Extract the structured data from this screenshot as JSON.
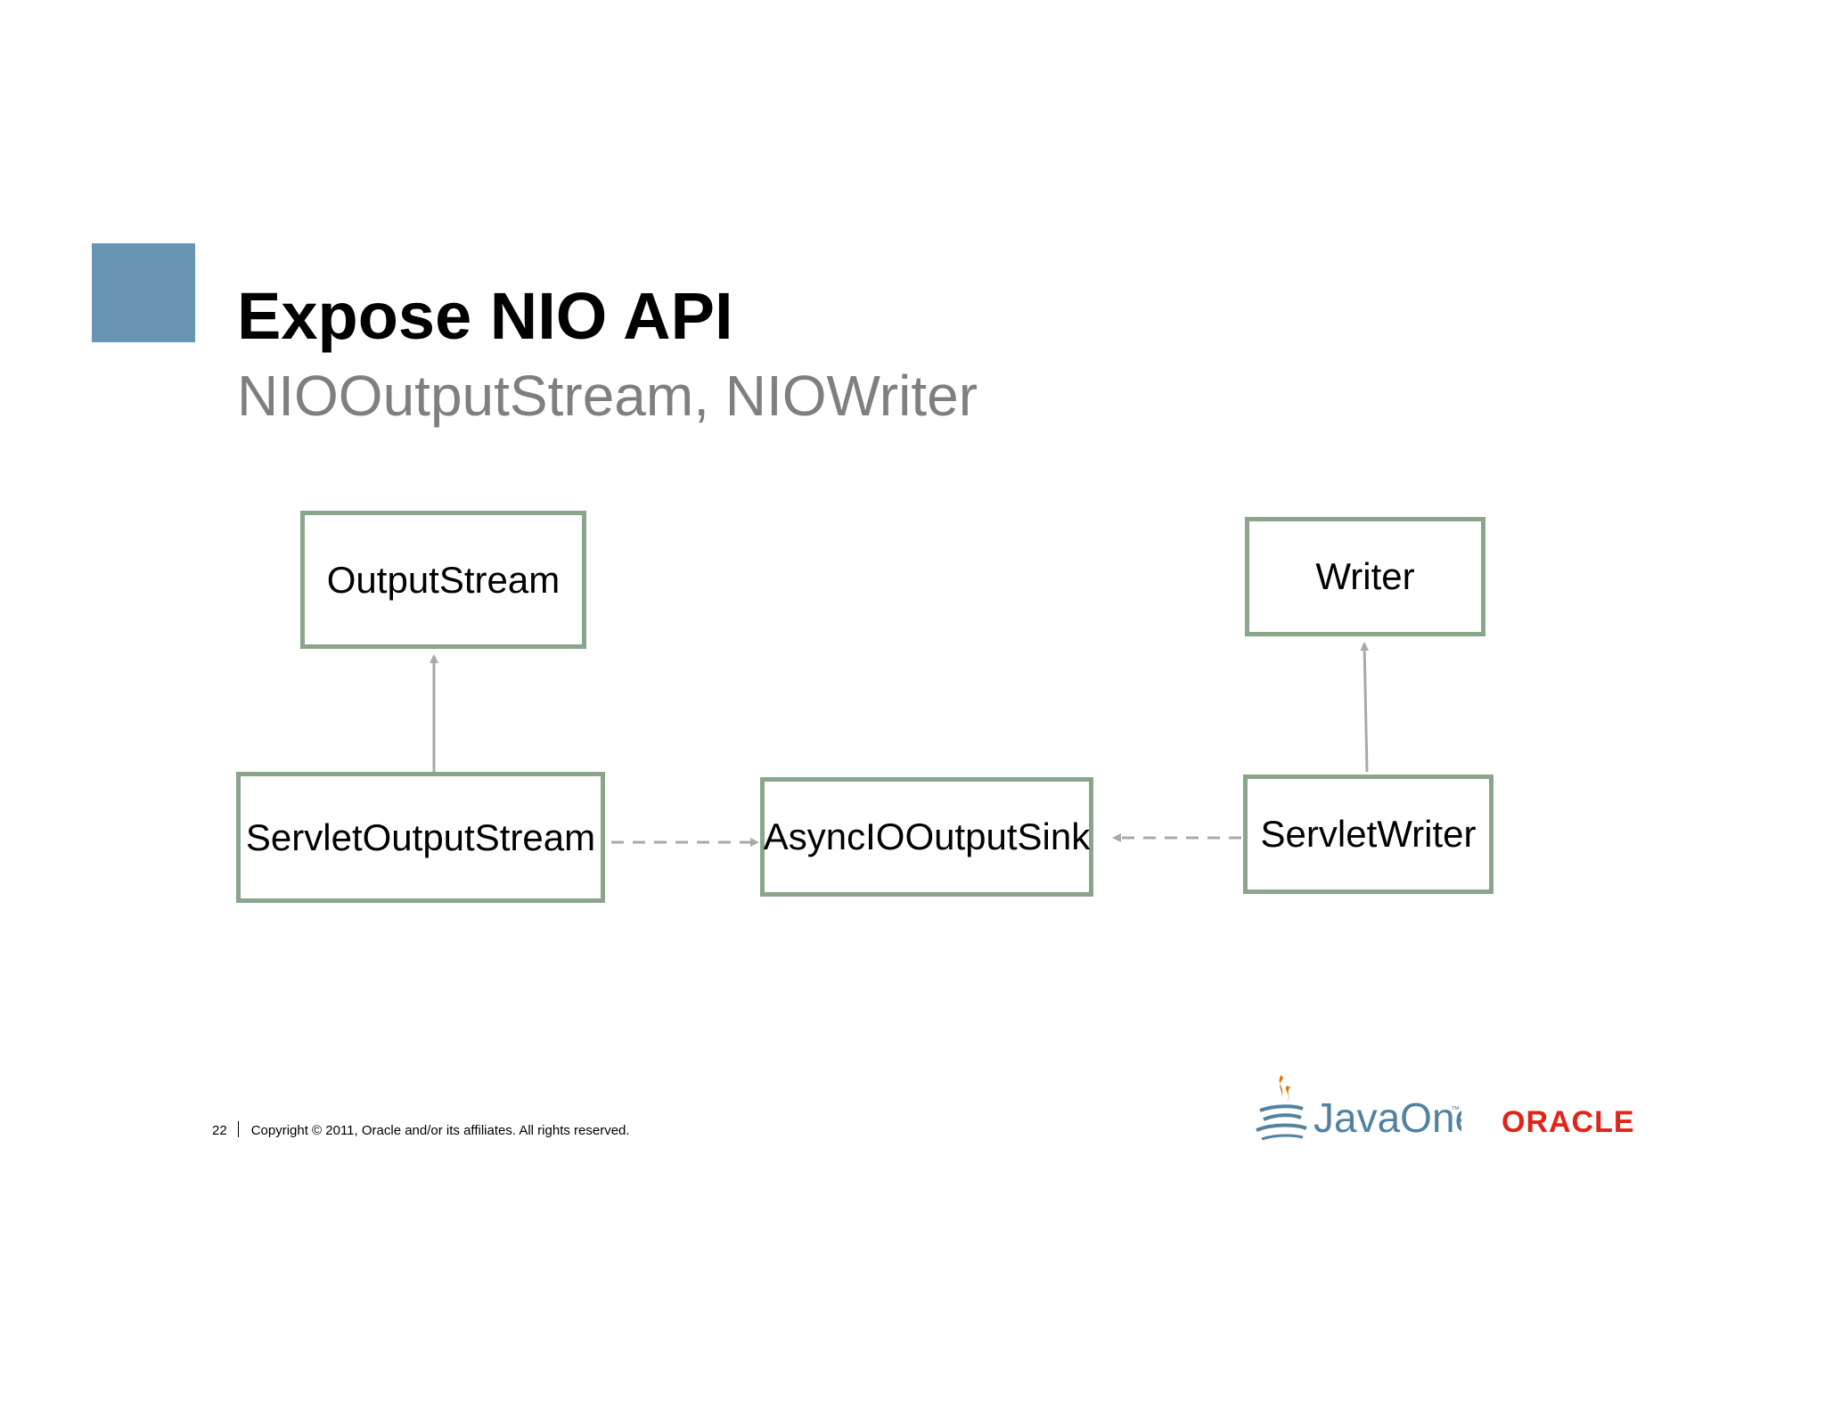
{
  "slide": {
    "title": "Expose NIO API",
    "subtitle": "NIOOutputStream, NIOWriter"
  },
  "diagram": {
    "nodes": {
      "output_stream": "OutputStream",
      "writer": "Writer",
      "servlet_output_stream": "ServletOutputStream",
      "async_io_output_sink": "AsyncIOOutputSink",
      "servlet_writer": "ServletWriter"
    },
    "edges": [
      {
        "from": "ServletOutputStream",
        "to": "OutputStream",
        "style": "solid"
      },
      {
        "from": "ServletWriter",
        "to": "Writer",
        "style": "solid"
      },
      {
        "from": "ServletOutputStream",
        "to": "AsyncIOOutputSink",
        "style": "dashed"
      },
      {
        "from": "ServletWriter",
        "to": "AsyncIOOutputSink",
        "style": "dashed"
      }
    ]
  },
  "footer": {
    "page_number": "22",
    "copyright": "Copyright © 2011, Oracle and/or its affiliates. All rights reserved."
  },
  "logos": {
    "javaone": "JavaOne",
    "javaone_tm": "™",
    "oracle": "ORACLE"
  },
  "colors": {
    "accent": "#6795b3",
    "box_border": "#8aa58a",
    "arrow": "#a9a9a9",
    "subtitle": "#7f7f7f",
    "oracle_red": "#e2231a",
    "javaone_blue": "#5382a1",
    "javaone_orange": "#e76f00"
  }
}
